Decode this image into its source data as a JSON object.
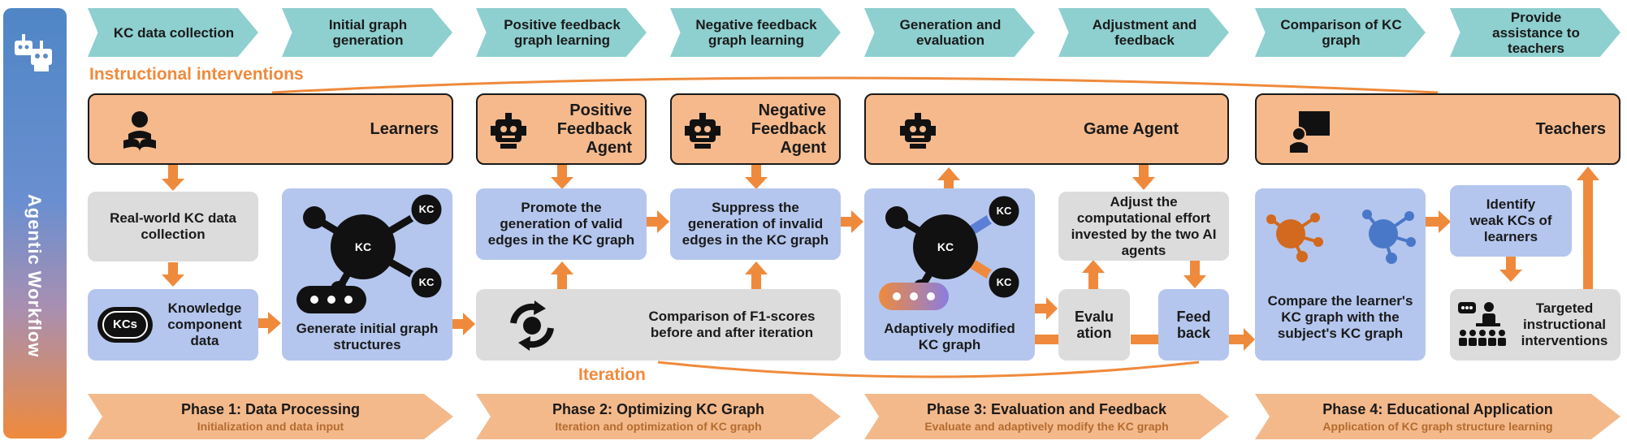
{
  "sidebar": {
    "title": "Agentic Workflow",
    "icon": "robot-group-icon"
  },
  "steps": [
    "KC data collection",
    "Initial graph generation",
    "Positive feedback graph learning",
    "Negative feedback graph learning",
    "Generation and evaluation",
    "Adjustment and feedback",
    "Comparison of KC graph",
    "Provide assistance to teachers"
  ],
  "labels": {
    "instructional": "Instructional interventions",
    "iteration": "Iteration"
  },
  "agents": {
    "learners": "Learners",
    "positive": "Positive Feedback Agent",
    "negative": "Negative Feedback Agent",
    "game": "Game Agent",
    "teachers": "Teachers"
  },
  "boxes": {
    "realworld": "Real-world KC data collection",
    "kc_data": "Knowledge component data",
    "kcs_badge": "KCs",
    "generate": "Generate initial graph structures",
    "promote": "Promote the generation of valid edges in the KC graph",
    "suppress": "Suppress the generation of invalid edges in the KC graph",
    "comparison_f1": "Comparison of F1-scores before and after iteration",
    "adaptive": "Adaptively modified KC graph",
    "adjust": "Adjust the computational effort invested by the two AI agents",
    "evaluation": "Evalu ation",
    "feedback": "Feed back",
    "compare": "Compare the learner's KC graph with the subject's KC graph",
    "identify": "Identify weak KCs of learners",
    "targeted": "Targeted instructional interventions",
    "kc_node": "KC"
  },
  "phases": [
    {
      "title": "Phase 1: Data Processing",
      "sub": "Initialization and data input"
    },
    {
      "title": "Phase 2: Optimizing KC Graph",
      "sub": "Iteration and optimization of KC graph"
    },
    {
      "title": "Phase 3: Evaluation and Feedback",
      "sub": "Evaluate and adaptively modify the KC graph"
    },
    {
      "title": "Phase 4: Educational Application",
      "sub": "Application of KC graph structure learning"
    }
  ],
  "colors": {
    "orange": "#ef8a3c",
    "teal": "#8ecfcf",
    "agent_fill": "#f5b98c",
    "blue_box": "#b4c6ee",
    "gray_box": "#dcdcdc"
  }
}
